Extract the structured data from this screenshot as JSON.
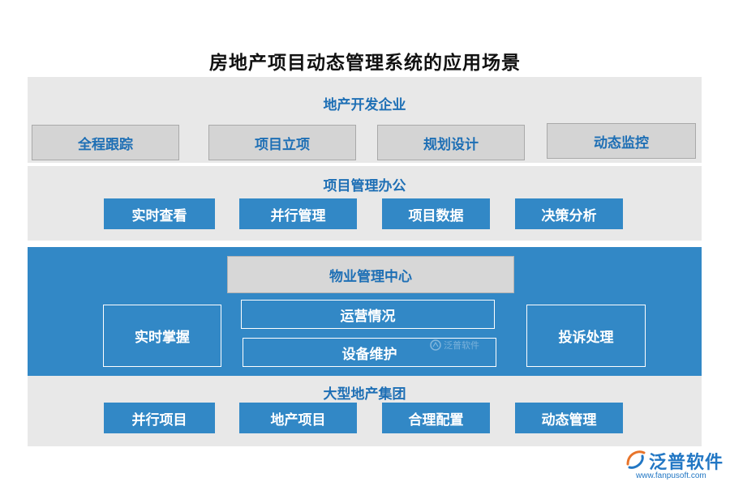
{
  "title": "房地产项目动态管理系统的应用场景",
  "sections": {
    "developer": {
      "label": "地产开发企业",
      "items": [
        "全程跟踪",
        "项目立项",
        "规划设计",
        "动态监控"
      ]
    },
    "project_office": {
      "label": "项目管理办公",
      "items": [
        "实时查看",
        "并行管理",
        "项目数据",
        "决策分析"
      ]
    },
    "property_center": {
      "label": "物业管理中心",
      "left": "实时掌握",
      "middle": [
        "运营情况",
        "设备维护"
      ],
      "right": "投诉处理",
      "watermark": "泛普软件"
    },
    "group": {
      "label": "大型地产集团",
      "items": [
        "并行项目",
        "地产项目",
        "合理配置",
        "动态管理"
      ]
    }
  },
  "logo": {
    "name": "泛普软件",
    "url": "www.fanpusoft.com"
  },
  "colors": {
    "accent_blue": "#3288c6",
    "label_blue": "#1e6fb5",
    "panel_gray": "#e8e8e8"
  }
}
